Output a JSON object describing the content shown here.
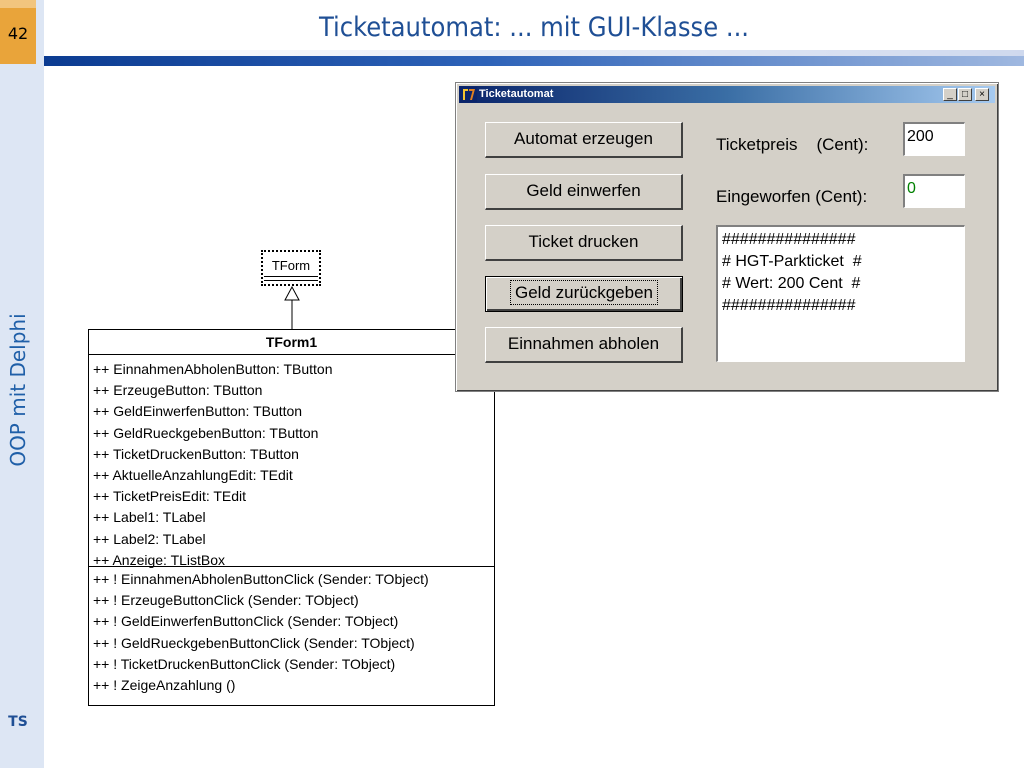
{
  "slide": {
    "number": "42",
    "title": "Ticketautomat: ... mit GUI-Klasse ...",
    "side_title": "OOP mit Delphi",
    "author": "TS"
  },
  "uml": {
    "parent_class": "TForm",
    "class_name": "TForm1",
    "attributes": [
      "++ EinnahmenAbholenButton: TButton",
      "++ ErzeugeButton: TButton",
      "++ GeldEinwerfenButton: TButton",
      "++ GeldRueckgebenButton: TButton",
      "++ TicketDruckenButton: TButton",
      "++ AktuelleAnzahlungEdit: TEdit",
      "++ TicketPreisEdit: TEdit",
      "++ Label1: TLabel",
      "++ Label2: TLabel",
      "++ Anzeige: TListBox"
    ],
    "methods": [
      "++ ! EinnahmenAbholenButtonClick (Sender: TObject)",
      "++ ! ErzeugeButtonClick (Sender: TObject)",
      "++ ! GeldEinwerfenButtonClick (Sender: TObject)",
      "++ ! GeldRueckgebenButtonClick (Sender: TObject)",
      "++ ! TicketDruckenButtonClick (Sender: TObject)",
      "++ ! ZeigeAnzahlung ()"
    ]
  },
  "window": {
    "title": "Ticketautomat",
    "title_buttons": {
      "minimize": "_",
      "maximize": "□",
      "close": "×"
    },
    "buttons": [
      "Automat erzeugen",
      "Geld einwerfen",
      "Ticket drucken",
      "Geld zurückgeben",
      "Einnahmen abholen"
    ],
    "focused_button": "Geld zurückgeben",
    "ticketpreis_label": "Ticketpreis    (Cent):",
    "ticketpreis_value": "200",
    "eingeworfen_label": "Eingeworfen (Cent):",
    "eingeworfen_value": "0",
    "eingeworfen_color": "#008000",
    "listbox": [
      "###############",
      "# HGT-Parkticket  #",
      "# Wert: 200 Cent  #",
      "###############"
    ]
  },
  "colors": {
    "title_blue": "#1f4f95",
    "accent_orange": "#e9a43a",
    "titlebar_dark": "#0a246a",
    "window_face": "#d4d0c8"
  }
}
